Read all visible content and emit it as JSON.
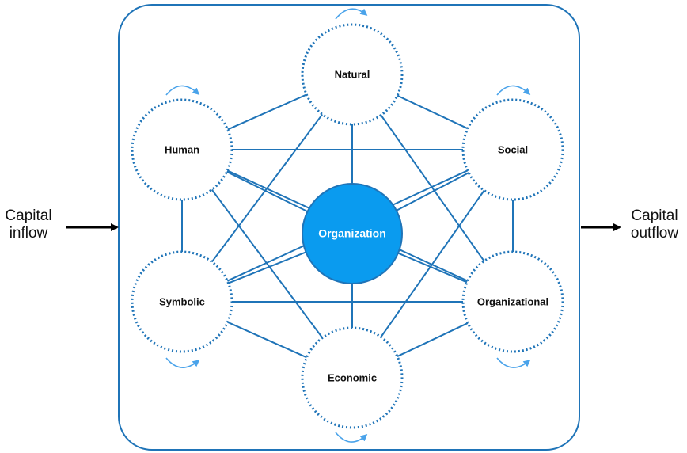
{
  "inflow": {
    "line1": "Capital",
    "line2": "inflow"
  },
  "outflow": {
    "line1": "Capital",
    "line2": "outflow"
  },
  "center": {
    "label": "Organization",
    "color": "#0a9bef"
  },
  "nodes": [
    {
      "key": "natural",
      "label": "Natural"
    },
    {
      "key": "human",
      "label": "Human"
    },
    {
      "key": "social",
      "label": "Social"
    },
    {
      "key": "symbolic",
      "label": "Symbolic"
    },
    {
      "key": "organizational",
      "label": "Organizational"
    },
    {
      "key": "economic",
      "label": "Economic"
    }
  ],
  "colors": {
    "frame": "#1f74b8",
    "edge": "#1f74b8",
    "node_border": "#1f74b8",
    "cycle_arrow": "#4aa3ea",
    "flow_arrow": "#000000"
  }
}
